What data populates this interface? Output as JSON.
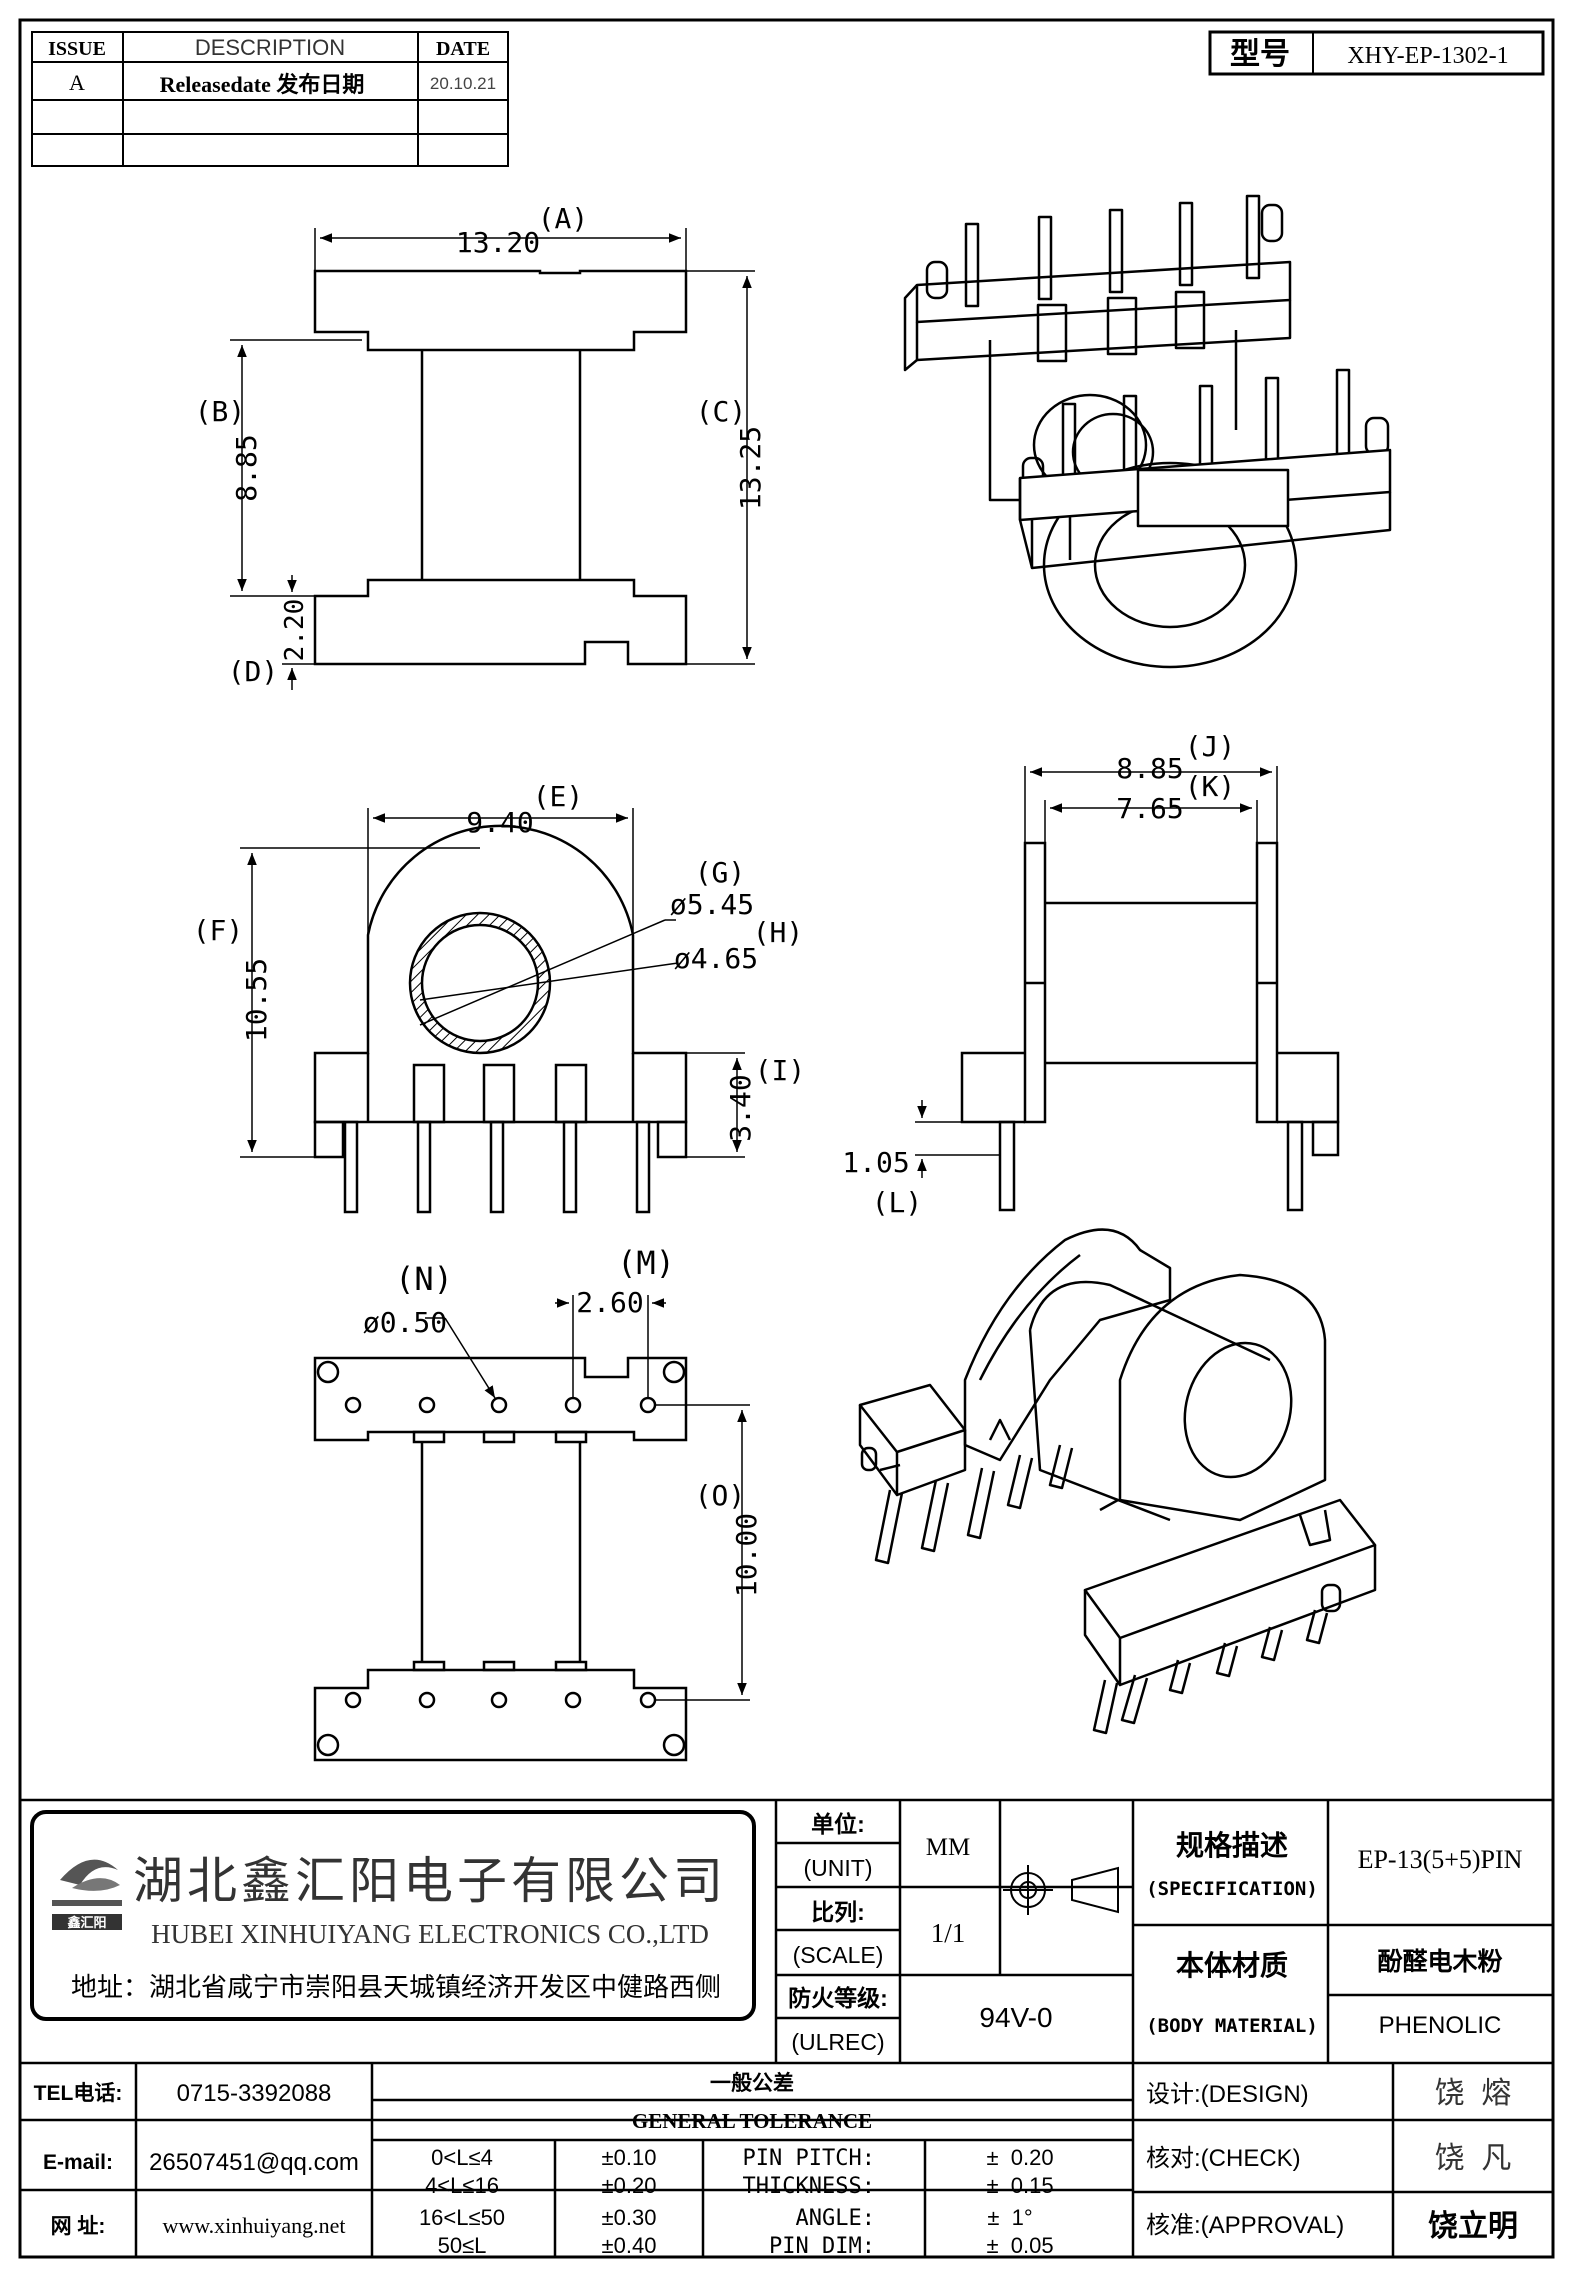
{
  "title_block": {
    "model_label": "型号",
    "model_value": "XHY-EP-1302-1"
  },
  "revision": {
    "headers": [
      "ISSUE",
      "DESCRIPTION",
      "DATE"
    ],
    "rows": [
      [
        "A",
        "Releasedate 发布日期",
        "20.10.21"
      ],
      [
        "",
        "",
        ""
      ],
      [
        "",
        "",
        ""
      ]
    ]
  },
  "dimensions": {
    "A": {
      "letter": "(A)",
      "value": "13.20"
    },
    "B": {
      "letter": "(B)",
      "value": "8.85"
    },
    "C": {
      "letter": "(C)",
      "value": "13.25"
    },
    "D": {
      "letter": "(D)",
      "value": "2.20"
    },
    "E": {
      "letter": "(E)",
      "value": "9.40"
    },
    "F": {
      "letter": "(F)",
      "value": "10.55"
    },
    "G": {
      "letter": "(G)",
      "value": "ø5.45"
    },
    "H": {
      "letter": "(H)",
      "value": "ø4.65"
    },
    "I": {
      "letter": "(I)",
      "value": "3.40"
    },
    "J": {
      "letter": "(J)",
      "value": "8.85"
    },
    "K": {
      "letter": "(K)",
      "value": "7.65"
    },
    "L": {
      "letter": "(L)",
      "value": "1.05"
    },
    "M": {
      "letter": "(M)",
      "value": "2.60"
    },
    "N": {
      "letter": "(N)",
      "value": "ø0.50"
    },
    "O": {
      "letter": "(O)",
      "value": "10.00"
    }
  },
  "company": {
    "name_cn": "湖北鑫汇阳电子有限公司",
    "name_en": "HUBEI XINHUIYANG ELECTRONICS CO.,LTD",
    "address": "地址：湖北省咸宁市崇阳县天城镇经济开发区中健路西侧",
    "logo_text": "鑫汇阳"
  },
  "info": {
    "unit_label_cn": "单位:",
    "unit_label_en": "(UNIT)",
    "unit_value": "MM",
    "scale_label_cn": "比列:",
    "scale_label_en": "(SCALE)",
    "scale_value": "1/1",
    "fire_label_cn": "防火等级:",
    "fire_label_en": "(ULREC)",
    "fire_value": "94V-0",
    "spec_label_cn": "规格描述",
    "spec_label_en": "(SPECIFICATION)",
    "spec_value": "EP-13(5+5)PIN",
    "material_label_cn": "本体材质",
    "material_label_en": "(BODY MATERIAL)",
    "material_value_cn": "酚醛电木粉",
    "material_value_en": "PHENOLIC"
  },
  "contact": {
    "tel_label": "TEL电话:",
    "tel_value": "0715-3392088",
    "email_label": "E-mail:",
    "email_value": "26507451@qq.com",
    "web_label": "网  址:",
    "web_value": "www.xinhuiyang.net"
  },
  "tolerance": {
    "title_cn": "一般公差",
    "title_en": "GENERAL TOLERANCE",
    "ranges": [
      {
        "range": "0<L≤4",
        "value": "±0.10"
      },
      {
        "range": "4<L≤16",
        "value": "±0.20"
      },
      {
        "range": "16<L≤50",
        "value": "±0.30"
      },
      {
        "range": "50≤L",
        "value": "±0.40"
      }
    ],
    "specs": [
      {
        "label": "PIN PITCH:",
        "value": "±  0.20"
      },
      {
        "label": "THICKNESS:",
        "value": "±  0.15"
      },
      {
        "label": "ANGLE:",
        "value": "±  1°"
      },
      {
        "label": "PIN DIM:",
        "value": "±  0.05"
      }
    ]
  },
  "approvals": {
    "design_label": "设计:(DESIGN)",
    "design_name": "饶  熔",
    "check_label": "核对:(CHECK)",
    "check_name": "饶  凡",
    "approval_label": "核准:(APPROVAL)",
    "approval_name": "饶立明"
  }
}
